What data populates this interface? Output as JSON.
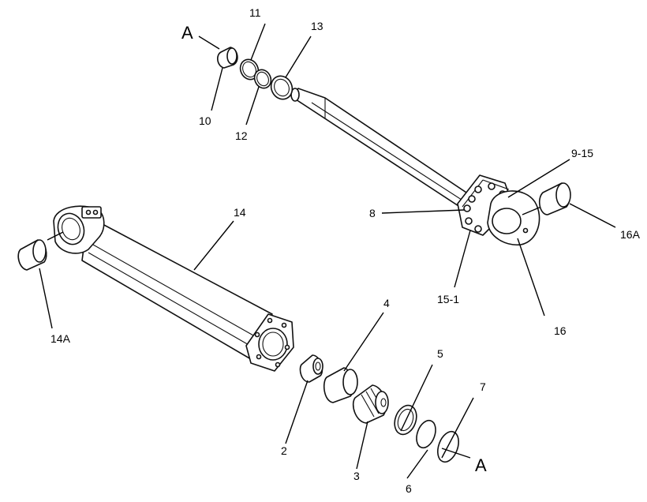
{
  "labels": {
    "a_top": "A",
    "a_bottom": "A",
    "p2": "2",
    "p3": "3",
    "p4": "4",
    "p5": "5",
    "p6": "6",
    "p7": "7",
    "p8": "8",
    "p9_15": "9-15",
    "p10": "10",
    "p11": "11",
    "p12": "12",
    "p13": "13",
    "p14": "14",
    "p14a": "14A",
    "p15_1": "15-1",
    "p16": "16",
    "p16a": "16A"
  }
}
